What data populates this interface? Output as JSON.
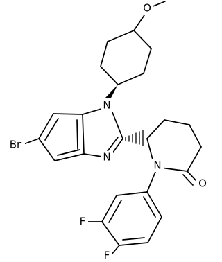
{
  "molecule": {
    "atoms": {
      "O_methoxy": "O",
      "N1": "N",
      "N3": "N",
      "Br": "Br",
      "N_lactam": "N",
      "O_carbonyl": "O",
      "F_meta": "F",
      "F_para": "F"
    }
  }
}
